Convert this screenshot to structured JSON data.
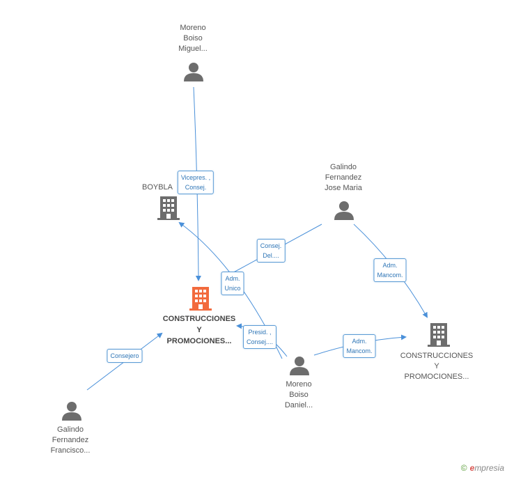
{
  "colors": {
    "edge": "#4a90d9",
    "person": "#6d6d6d",
    "company": "#6d6d6d",
    "main_company": "#f26a3d"
  },
  "nodes": {
    "moreno_miguel": {
      "lines": [
        "Moreno",
        "Boiso",
        "Miguel..."
      ],
      "icon": "person-icon"
    },
    "boybla": {
      "lines": [
        "BOYBLA"
      ],
      "icon": "building-icon"
    },
    "galindo_jose": {
      "lines": [
        "Galindo",
        "Fernandez",
        "Jose Maria"
      ],
      "icon": "person-icon"
    },
    "construcciones_main": {
      "lines": [
        "CONSTRUCCIONES",
        "Y",
        "PROMOCIONES..."
      ],
      "icon": "building-icon"
    },
    "construcciones_right": {
      "lines": [
        "CONSTRUCCIONES",
        "Y",
        "PROMOCIONES..."
      ],
      "icon": "building-icon"
    },
    "moreno_daniel": {
      "lines": [
        "Moreno",
        "Boiso",
        "Daniel..."
      ],
      "icon": "person-icon"
    },
    "galindo_francisco": {
      "lines": [
        "Galindo",
        "Fernandez",
        "Francisco..."
      ],
      "icon": "person-icon"
    }
  },
  "edge_labels": {
    "vicepres": [
      "Vicepres. ,",
      "Consej."
    ],
    "consej_del": [
      "Consej.",
      "Del...."
    ],
    "adm_unico": [
      "Adm.",
      "Unico"
    ],
    "adm_mancom_top": [
      "Adm.",
      "Mancom."
    ],
    "presid": [
      "Presid. ,",
      "Consej...."
    ],
    "adm_mancom_bottom": [
      "Adm.",
      "Mancom."
    ],
    "consejero": [
      "Consejero"
    ]
  },
  "brand": {
    "symbol": "©",
    "initial": "e",
    "rest": "mpresia"
  }
}
